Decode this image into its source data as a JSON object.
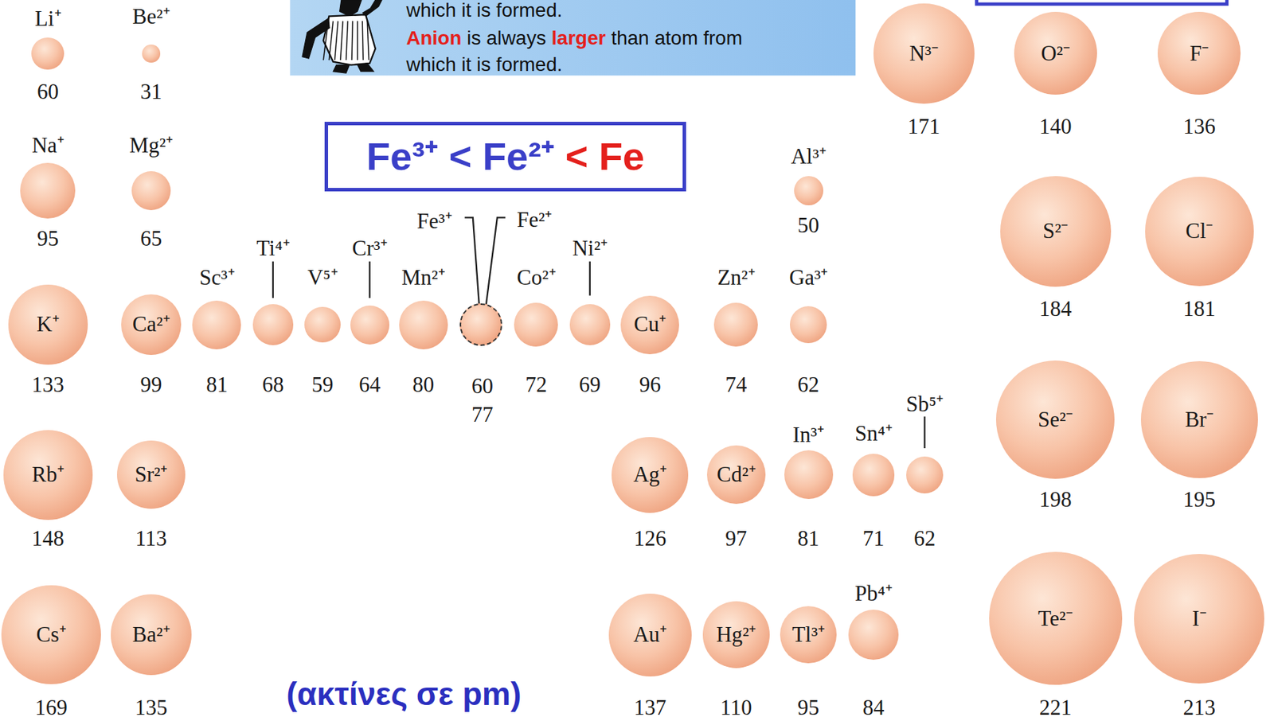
{
  "diagram": {
    "caption": "(ακτίνες σε pm)",
    "nodes": [
      {
        "text": [
          "which it is formed.",
          "Anion",
          "is always",
          "larger",
          "than atom from",
          "which it is formed."
        ]
      },
      {
        "text": [
          "Li⁺",
          "60"
        ]
      },
      {
        "text": [
          "Be²⁺",
          "31"
        ]
      },
      {
        "text": [
          "N³⁻",
          "171"
        ]
      },
      {
        "text": [
          "O²⁻",
          "140"
        ]
      },
      {
        "text": [
          "F⁻",
          "136"
        ]
      },
      {
        "text": [
          "Fe³⁺ < Fe²⁺",
          "< Fe"
        ]
      },
      {
        "text": [
          "Na⁺",
          "95"
        ]
      },
      {
        "text": [
          "Mg²⁺",
          "65"
        ]
      },
      {
        "text": [
          "Al³⁺",
          "50"
        ]
      },
      {
        "text": [
          "S²⁻",
          "184"
        ]
      },
      {
        "text": [
          "Cl⁻",
          "181"
        ]
      },
      {
        "text": [
          "K⁺",
          "133"
        ]
      },
      {
        "text": [
          "Ca²⁺",
          "99"
        ]
      },
      {
        "text": [
          "Sc³⁺",
          "81"
        ]
      },
      {
        "text": [
          "Ti⁴⁺",
          "68"
        ]
      },
      {
        "text": [
          "V⁵⁺",
          "59"
        ]
      },
      {
        "text": [
          "Cr³⁺",
          "64"
        ]
      },
      {
        "text": [
          "Mn²⁺",
          "80"
        ]
      },
      {
        "text": [
          "Fe³⁺",
          "Fe²⁺",
          "60",
          "77"
        ]
      },
      {
        "text": [
          "Co²⁺",
          "72"
        ]
      },
      {
        "text": [
          "Ni²⁺",
          "69"
        ]
      },
      {
        "text": [
          "Cu⁺",
          "96"
        ]
      },
      {
        "text": [
          "Zn²⁺",
          "74"
        ]
      },
      {
        "text": [
          "Ga³⁺",
          "62"
        ]
      },
      {
        "text": [
          "Se²⁻",
          "198"
        ]
      },
      {
        "text": [
          "Br⁻",
          "195"
        ]
      },
      {
        "text": [
          "Rb⁺",
          "148"
        ]
      },
      {
        "text": [
          "Sr²⁺",
          "113"
        ]
      },
      {
        "text": [
          "Ag⁺",
          "126"
        ]
      },
      {
        "text": [
          "Cd²⁺",
          "97"
        ]
      },
      {
        "text": [
          "In³⁺",
          "81"
        ]
      },
      {
        "text": [
          "Sn⁴⁺",
          "71"
        ]
      },
      {
        "text": [
          "Sb⁵⁺",
          "62"
        ]
      },
      {
        "text": [
          "Cs⁺",
          "169"
        ]
      },
      {
        "text": [
          "Ba²⁺",
          "135"
        ]
      },
      {
        "text": [
          "Au⁺",
          "137"
        ]
      },
      {
        "text": [
          "Hg²⁺",
          "110"
        ]
      },
      {
        "text": [
          "Tl³⁺",
          "95"
        ]
      },
      {
        "text": [
          "Pb⁴⁺",
          "84"
        ]
      },
      {
        "text": [
          "Te²⁻",
          "221"
        ]
      },
      {
        "text": [
          "I⁻",
          "213"
        ]
      }
    ]
  }
}
